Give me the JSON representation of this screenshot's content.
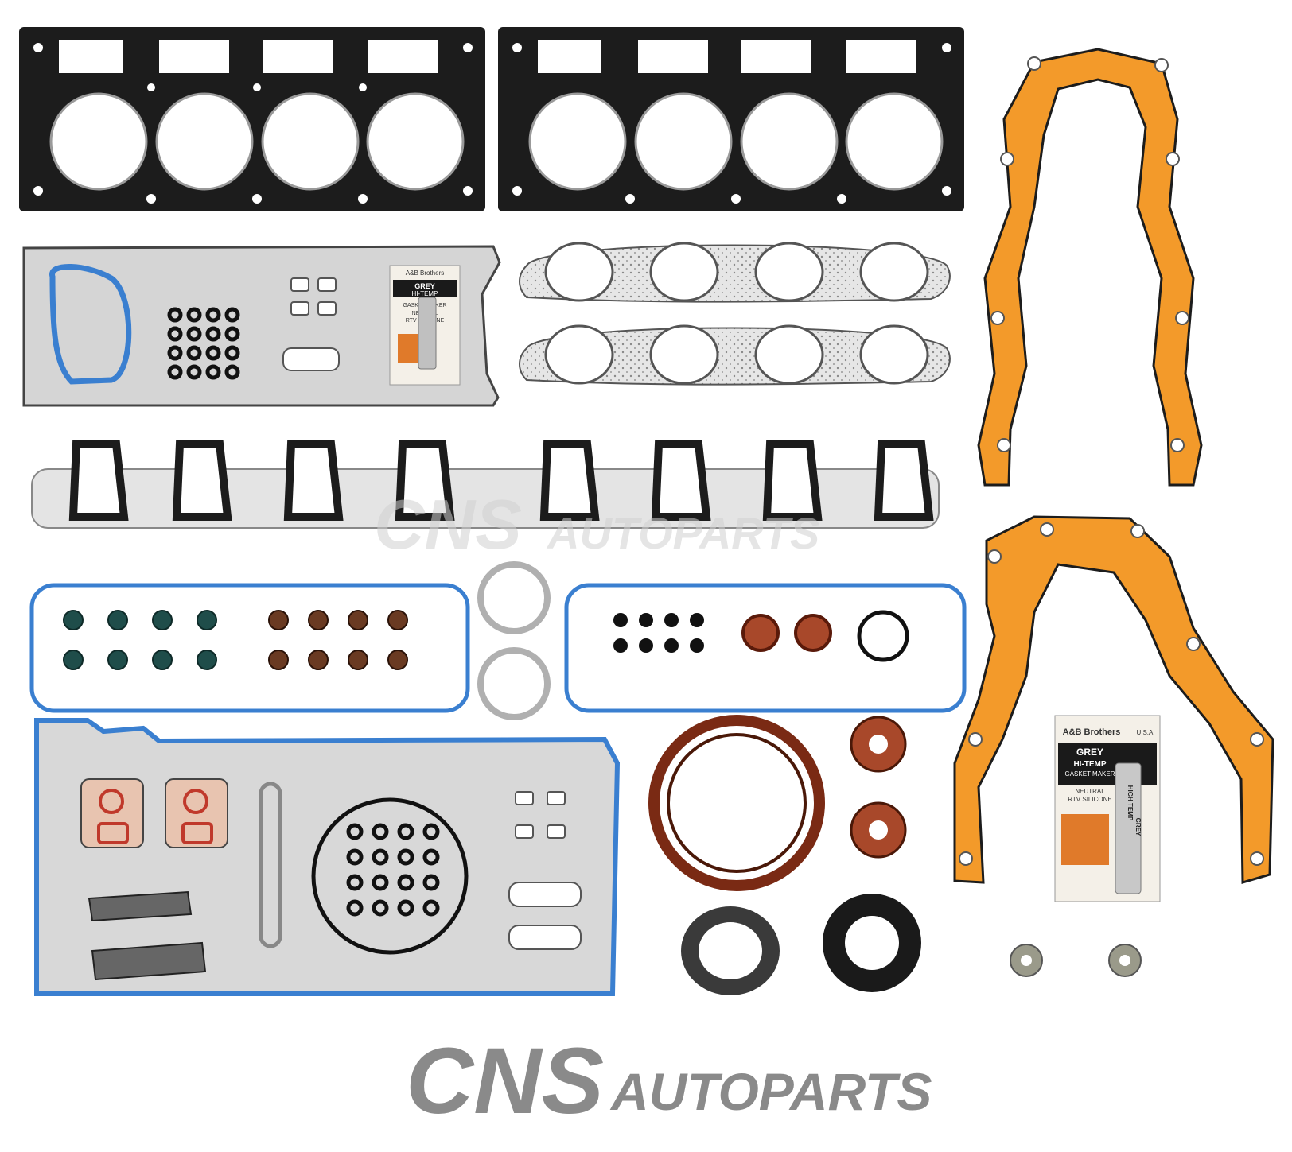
{
  "watermark": {
    "mark": "CNS",
    "word": "AUTOPARTS"
  },
  "logo": {
    "mark": "CNS",
    "word": "AUTOPARTS"
  },
  "sealant_small": {
    "brand": "A&B Brothers",
    "line1": "GREY",
    "line2": "HI-TEMP",
    "line3": "GASKET MAKER",
    "line4": "NEUTRAL",
    "line5": "RTV SILICONE"
  },
  "sealant_large": {
    "brand": "A&B Brothers",
    "line1": "GREY",
    "line2": "HI-TEMP",
    "line3": "GASKET MAKER",
    "line4": "NEUTRAL",
    "line5": "RTV SILICONE",
    "tube_line1": "HIGH TEMP",
    "tube_line2": "GREY",
    "origin": "U.S.A."
  },
  "colors": {
    "graphite": "#1c1c1c",
    "steel": "#bcbcbc",
    "orange": "#f39a2a",
    "blue": "#3a7fd0",
    "brown": "#7a2a14",
    "dark_green": "#1f4d4a"
  }
}
